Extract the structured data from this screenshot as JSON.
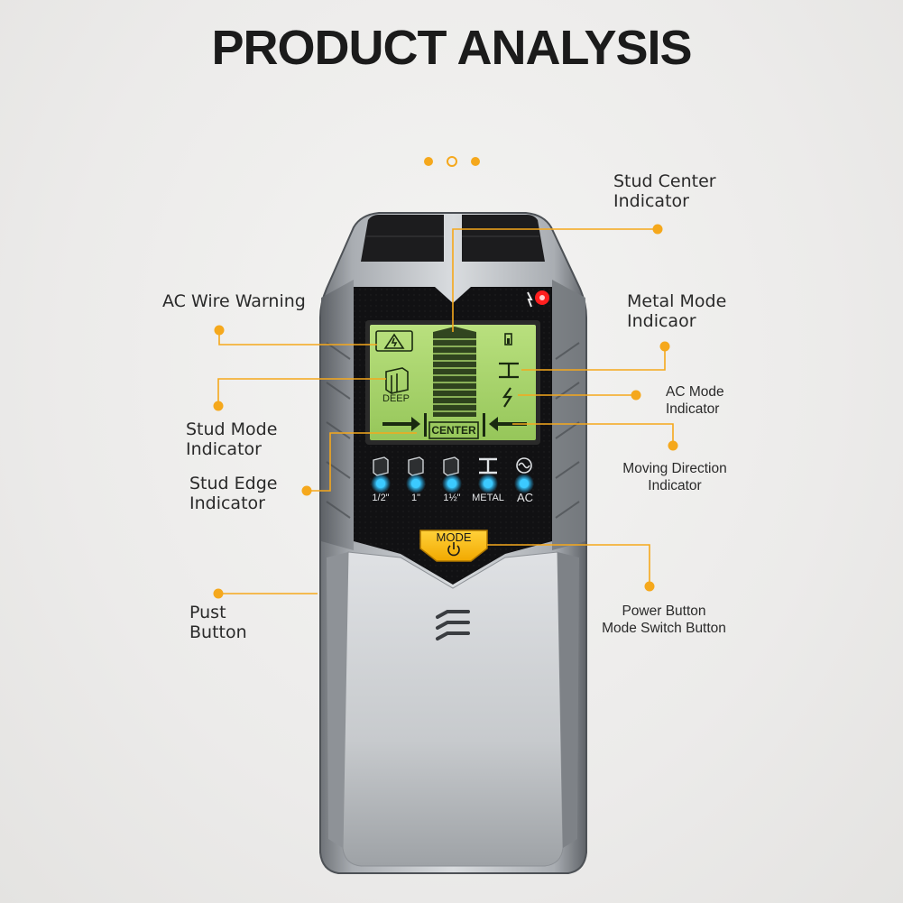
{
  "title": "PRODUCT ANALYSIS",
  "labels": {
    "stud_center": "Stud Center\nIndicator",
    "ac_wire": "AC Wire Warning",
    "metal_mode": "Metal Mode\nIndicaor",
    "ac_mode": "AC Mode\nIndicator",
    "stud_mode": "Stud Mode\nIndicator",
    "moving_direction": "Moving Direction\nIndicator",
    "stud_edge": "Stud Edge\nIndicator",
    "pust_button": "Pust\nButton",
    "power_button": "Power Button\nMode Switch Button"
  },
  "device": {
    "lcd_deep": "DEEP",
    "lcd_center": "CENTER",
    "mode_button": "MODE",
    "leds": [
      "1/2\"",
      "1\"",
      "1½\"",
      "METAL",
      "AC"
    ]
  },
  "colors": {
    "accent": "#f5a81c",
    "lcd": "#a7d36a",
    "led": "#1fb8ff",
    "warning_led": "#ff1f1f"
  }
}
